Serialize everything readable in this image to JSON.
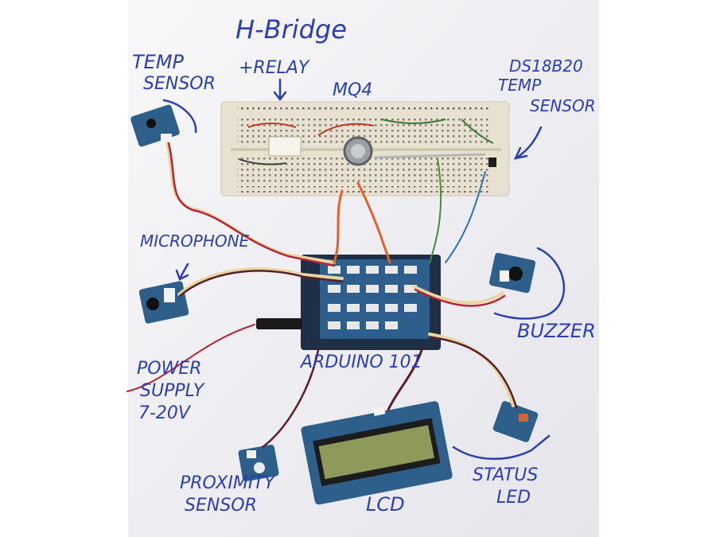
{
  "labels": {
    "h_bridge": "H-Bridge",
    "relay": "+RELAY",
    "mq4": "MQ4",
    "ds18b20_line1": "DS18B20",
    "ds18b20_line2": "TEMP",
    "ds18b20_line3": "SENSOR",
    "temp_line1": "TEMP",
    "temp_line2": "SENSOR",
    "microphone": "MICROPHONE",
    "buzzer": "BUZZER",
    "arduino": "ARDUINO 101",
    "power_line1": "POWER",
    "power_line2": "SUPPLY",
    "power_line3": "7-20V",
    "proximity_line1": "PROXIMITY",
    "proximity_line2": "SENSOR",
    "lcd": "LCD",
    "status_line1": "STATUS",
    "status_line2": "LED"
  },
  "colors": {
    "ink": "#2b3fb0",
    "paper": "#f1f1f4",
    "breadboard": "#e9e4d6",
    "grove_board": "#2d5f8a",
    "arduino_board": "#1b2f4a",
    "lcd_screen": "#8e9a5a",
    "cable_red": "#b5243a",
    "cable_yellow": "#e6d6a0",
    "cable_dark": "#2a2a2a"
  }
}
